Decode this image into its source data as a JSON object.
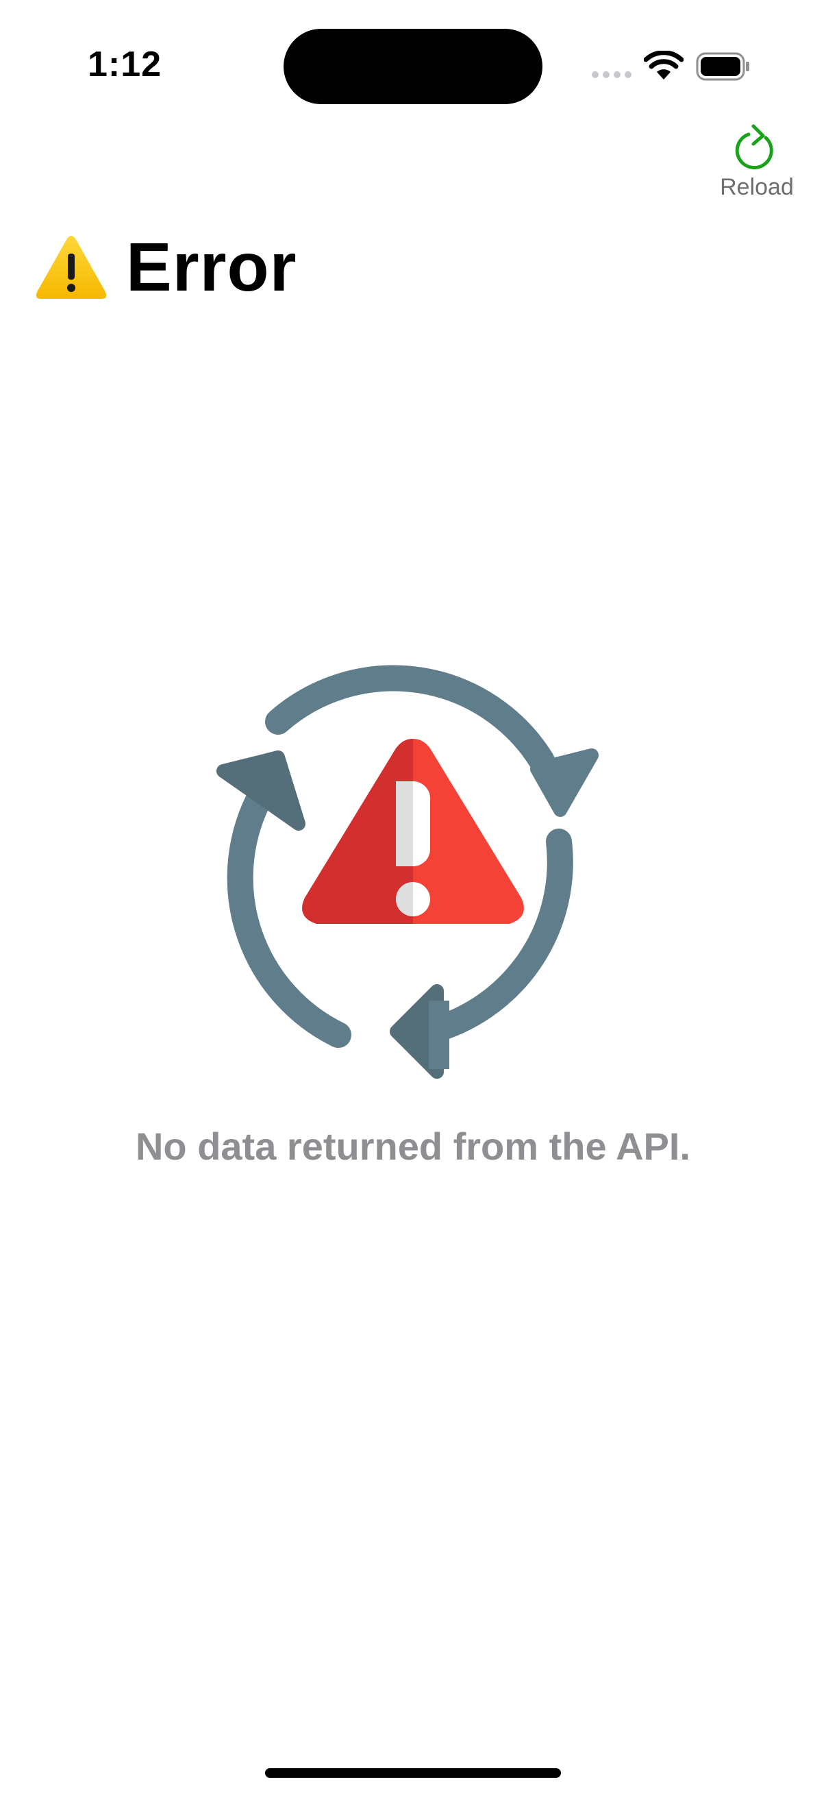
{
  "status_bar": {
    "time": "1:12"
  },
  "toolbar": {
    "reload_label": "Reload",
    "reload_icon": "arrow-clockwise-icon",
    "reload_color": "#1aa31a"
  },
  "header": {
    "icon": "warning-triangle-icon",
    "title": "Error"
  },
  "main": {
    "illustration_icon": "error-sync-icon",
    "message": "No data returned from the API."
  },
  "colors": {
    "warning_yellow": "#ffcc00",
    "error_red": "#f44336",
    "arrow_slate": "#607d8b",
    "message_gray": "#8e8e93"
  }
}
